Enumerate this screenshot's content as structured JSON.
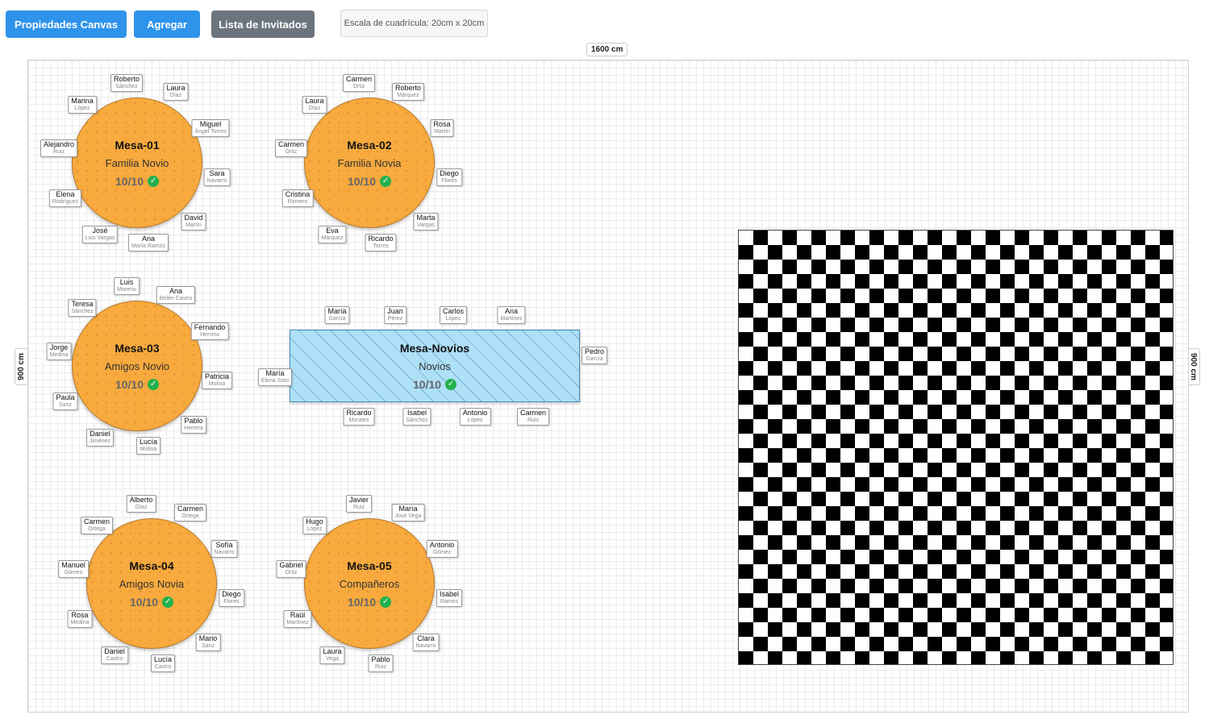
{
  "toolbar": {
    "canvas_props": "Propiedades Canvas",
    "add": "Agregar",
    "guest_list": "Lista de Invitados",
    "grid_scale": "Escala de cuadrícula: 20cm x 20cm"
  },
  "dimensions": {
    "width": "1600 cm",
    "height_left": "900 cm",
    "height_right": "900 cm"
  },
  "colors": {
    "primary_button": "#2e93ea",
    "secondary_button": "#6c757d",
    "round_table": "#f8aa3e",
    "rect_table": "#aee0f7",
    "full_check": "#22b14c"
  },
  "tables": [
    {
      "name": "Mesa-01",
      "group": "Familia Novio",
      "count": "10/10",
      "guests": [
        {
          "first": "Roberto",
          "last": "Sánchez"
        },
        {
          "first": "Laura",
          "last": "Díaz"
        },
        {
          "first": "Miguel",
          "last": "Ángel Torres"
        },
        {
          "first": "Sara",
          "last": "Navarro"
        },
        {
          "first": "David",
          "last": "Martín"
        },
        {
          "first": "Ana",
          "last": "María Ramos"
        },
        {
          "first": "José",
          "last": "Luis Vargas"
        },
        {
          "first": "Elena",
          "last": "Rodríguez"
        },
        {
          "first": "Alejandro",
          "last": "Ruiz"
        },
        {
          "first": "Marina",
          "last": "López"
        }
      ]
    },
    {
      "name": "Mesa-02",
      "group": "Familia Novia",
      "count": "10/10",
      "guests": [
        {
          "first": "Carmen",
          "last": "Ortiz"
        },
        {
          "first": "Roberto",
          "last": "Márquez"
        },
        {
          "first": "Rosa",
          "last": "Martín"
        },
        {
          "first": "Diego",
          "last": "Flores"
        },
        {
          "first": "Marta",
          "last": "Vargas"
        },
        {
          "first": "Ricardo",
          "last": "Torres"
        },
        {
          "first": "Eva",
          "last": "Márquez"
        },
        {
          "first": "Cristina",
          "last": "Romero"
        },
        {
          "first": "Carmen",
          "last": "Ortiz"
        },
        {
          "first": "Laura",
          "last": "Díaz"
        }
      ]
    },
    {
      "name": "Mesa-03",
      "group": "Amigos Novio",
      "count": "10/10",
      "guests": [
        {
          "first": "Luis",
          "last": "Moreno"
        },
        {
          "first": "Ana",
          "last": "Belén Castro"
        },
        {
          "first": "Fernando",
          "last": "Herrera"
        },
        {
          "first": "Patricia",
          "last": "Molina"
        },
        {
          "first": "Pablo",
          "last": "Herrera"
        },
        {
          "first": "Lucía",
          "last": "Molina"
        },
        {
          "first": "Daniel",
          "last": "Jiménez"
        },
        {
          "first": "Paula",
          "last": "Sanz"
        },
        {
          "first": "Jorge",
          "last": "Medina"
        },
        {
          "first": "Teresa",
          "last": "Sánchez"
        }
      ]
    },
    {
      "name": "Mesa-04",
      "group": "Amigos Novia",
      "count": "10/10",
      "guests": [
        {
          "first": "Alberto",
          "last": "Díaz"
        },
        {
          "first": "Carmen",
          "last": "Ortega"
        },
        {
          "first": "Sofía",
          "last": "Navarro"
        },
        {
          "first": "Diego",
          "last": "Flores"
        },
        {
          "first": "Mario",
          "last": "Sanz"
        },
        {
          "first": "Lucía",
          "last": "Castro"
        },
        {
          "first": "Daniel",
          "last": "Castro"
        },
        {
          "first": "Rosa",
          "last": "Medina"
        },
        {
          "first": "Manuel",
          "last": "Gómez"
        },
        {
          "first": "Carmen",
          "last": "Ortega"
        }
      ]
    },
    {
      "name": "Mesa-05",
      "group": "Compañeros",
      "count": "10/10",
      "guests": [
        {
          "first": "Javier",
          "last": "Ruiz"
        },
        {
          "first": "María",
          "last": "José Vega"
        },
        {
          "first": "Antonio",
          "last": "Gómez"
        },
        {
          "first": "Isabel",
          "last": "Ramos"
        },
        {
          "first": "Clara",
          "last": "Navarro"
        },
        {
          "first": "Pablo",
          "last": "Ruiz"
        },
        {
          "first": "Laura",
          "last": "Vega"
        },
        {
          "first": "Raúl",
          "last": "Martínez"
        },
        {
          "first": "Gabriel",
          "last": "Ortiz"
        },
        {
          "first": "Hugo",
          "last": "López"
        }
      ]
    },
    {
      "name": "Mesa-Novios",
      "group": "Novios",
      "count": "10/10",
      "guests": [
        {
          "first": "María",
          "last": "García"
        },
        {
          "first": "Juan",
          "last": "Pérez"
        },
        {
          "first": "Carlos",
          "last": "López"
        },
        {
          "first": "Ana",
          "last": "Martínez"
        },
        {
          "first": "Pedro",
          "last": "García"
        },
        {
          "first": "Carmen",
          "last": "Ruiz"
        },
        {
          "first": "Antonio",
          "last": "López"
        },
        {
          "first": "Isabel",
          "last": "Sánchez"
        },
        {
          "first": "Ricardo",
          "last": "Morales"
        },
        {
          "first": "María",
          "last": "Elena Soto"
        }
      ]
    }
  ]
}
